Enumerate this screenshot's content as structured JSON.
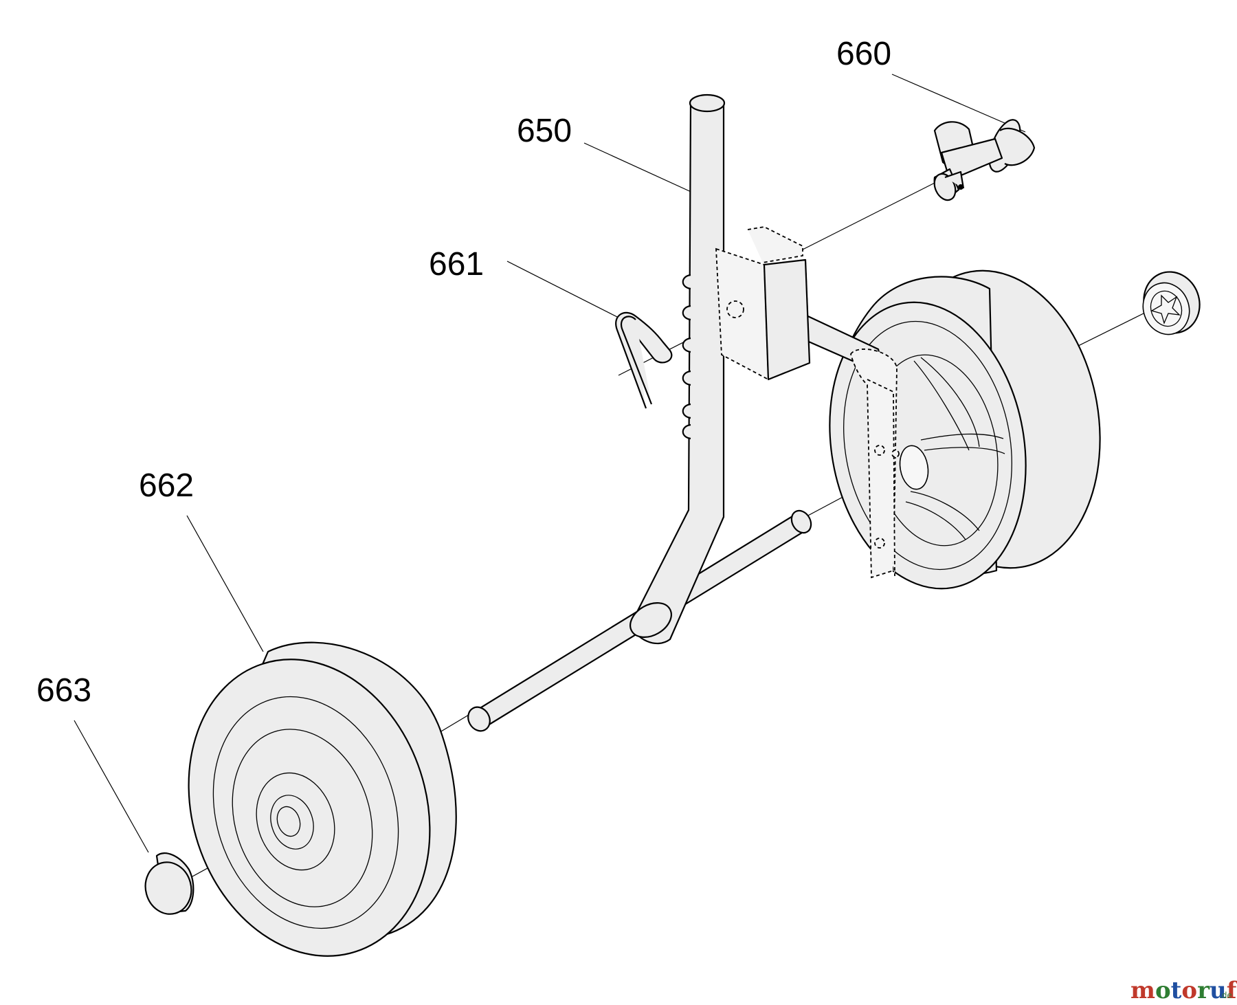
{
  "diagram": {
    "parts": [
      {
        "id": "650",
        "label": "650"
      },
      {
        "id": "660",
        "label": "660"
      },
      {
        "id": "661",
        "label": "661"
      },
      {
        "id": "662",
        "label": "662"
      },
      {
        "id": "663",
        "label": "663"
      }
    ]
  },
  "watermark": {
    "letters": [
      "m",
      "o",
      "t",
      "o",
      "r",
      "u",
      "f"
    ],
    "letter_colors": [
      "#c0392b",
      "#2e7d32",
      "#1f4fa0",
      "#c0392b",
      "#2e7d32",
      "#1f4fa0",
      "#c0392b"
    ],
    "suffix": ".de"
  }
}
